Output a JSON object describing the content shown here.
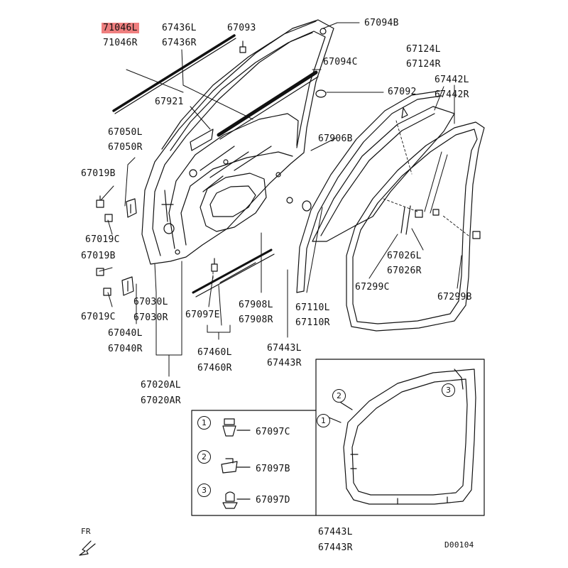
{
  "highlight_color": "#ef7f7f",
  "labels": {
    "p71046L": "71046L",
    "p71046R": "71046R",
    "p67436L": "67436L",
    "p67436R": "67436R",
    "p67093": "67093",
    "p67094B": "67094B",
    "p67094C": "67094C",
    "p67921": "67921",
    "p67124L": "67124L",
    "p67124R": "67124R",
    "p67092": "67092",
    "p67442L": "67442L",
    "p67442R": "67442R",
    "p67050L": "67050L",
    "p67050R": "67050R",
    "p67906B": "67906B",
    "p67019B_a": "67019B",
    "p67019C_a": "67019C",
    "p67019B_b": "67019B",
    "p67019C_b": "67019C",
    "p67026L": "67026L",
    "p67026R": "67026R",
    "p67299C": "67299C",
    "p67299B": "67299B",
    "p67030L": "67030L",
    "p67030R": "67030R",
    "p67097E": "67097E",
    "p67908L": "67908L",
    "p67908R": "67908R",
    "p67110L": "67110L",
    "p67110R": "67110R",
    "p67040L": "67040L",
    "p67040R": "67040R",
    "p67460L": "67460L",
    "p67460R": "67460R",
    "p67443L_a": "67443L",
    "p67443R_a": "67443R",
    "p67020AL": "67020AL",
    "p67020AR": "67020AR",
    "p67097C": "67097C",
    "p67097B": "67097B",
    "p67097D": "67097D",
    "p67443L_b": "67443L",
    "p67443R_b": "67443R",
    "fr": "FR",
    "diagram_code": "D00104"
  },
  "callouts": {
    "c1": "1",
    "c2": "2",
    "c3": "3"
  }
}
